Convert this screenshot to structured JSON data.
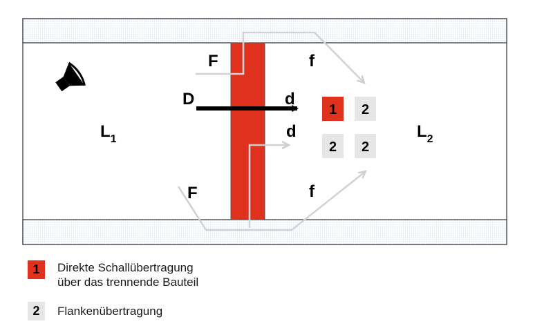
{
  "labels": {
    "F_top": "F",
    "F_bottom": "F",
    "f_top": "f",
    "f_bottom": "f",
    "D": "D",
    "d_top": "d",
    "d_bottom": "d",
    "L1_main": "L",
    "L1_sub": "1",
    "L2_main": "L",
    "L2_sub": "2"
  },
  "boxes": {
    "direct": "1",
    "flank_a": "2",
    "flank_b": "2",
    "flank_c": "2"
  },
  "legend": {
    "item1_key": "1",
    "item1_line1": "Direkte Schallübertragung",
    "item1_line2": "über das trennende Bauteil",
    "item2_key": "2",
    "item2_text": "Flankenübertragung"
  },
  "colors": {
    "wall": "#e0301e",
    "flank_path": "#d2d2d2",
    "box_grey": "#e6e6e6",
    "slab_fill": "#e9f1fb"
  },
  "icons": {
    "speaker": "speaker-icon"
  }
}
